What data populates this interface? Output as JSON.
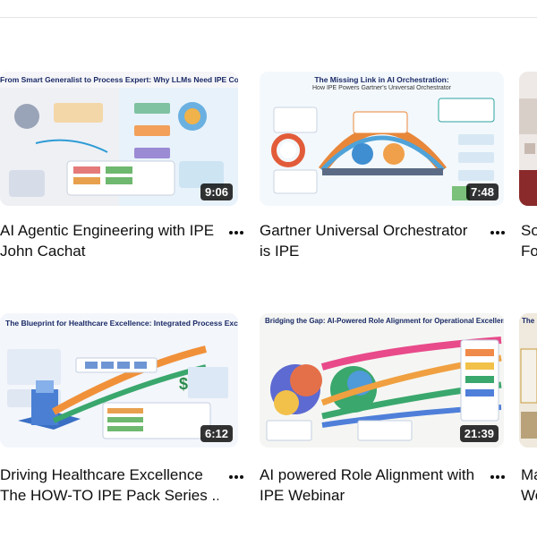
{
  "videos": [
    {
      "thumb_title": "From Smart Generalist to Process Expert: Why LLMs Need IPE Context",
      "thumb_subtitle": "",
      "duration": "9:06",
      "title_line1": "AI Agentic Engineering with IPE",
      "title_line2": "",
      "channel": "John Cachat",
      "accent": "#2e9bd6"
    },
    {
      "thumb_title": "The Missing Link in AI Orchestration:",
      "thumb_subtitle": "How IPE Powers Gartner's Universal Orchestrator",
      "duration": "7:48",
      "title_line1": "Gartner Universal Orchestrator",
      "title_line2": "is IPE",
      "channel": "",
      "accent": "#e8873a"
    },
    {
      "thumb_title": "",
      "thumb_subtitle": "",
      "duration": "",
      "title_line1": "So",
      "title_line2": "Fo",
      "channel": "",
      "accent": "#8a2a2a"
    },
    {
      "thumb_title": "The Blueprint for Healthcare Excellence: Integrated Process Excellence (IPE)",
      "thumb_subtitle": "",
      "duration": "6:12",
      "title_line1": "Driving Healthcare Excellence",
      "title_line2": "The HOW-TO IPE Pack Series ...",
      "channel": "",
      "accent": "#2a6fd6"
    },
    {
      "thumb_title": "Bridging the Gap: AI-Powered Role Alignment for Operational Excellence",
      "thumb_subtitle": "",
      "duration": "21:39",
      "title_line1": "AI powered Role Alignment with",
      "title_line2": "IPE Webinar",
      "channel": "",
      "accent": "#3aa76d"
    },
    {
      "thumb_title": "The",
      "thumb_subtitle": "",
      "duration": "",
      "title_line1": "Ma",
      "title_line2": "We",
      "channel": "",
      "accent": "#c89a3a"
    }
  ]
}
